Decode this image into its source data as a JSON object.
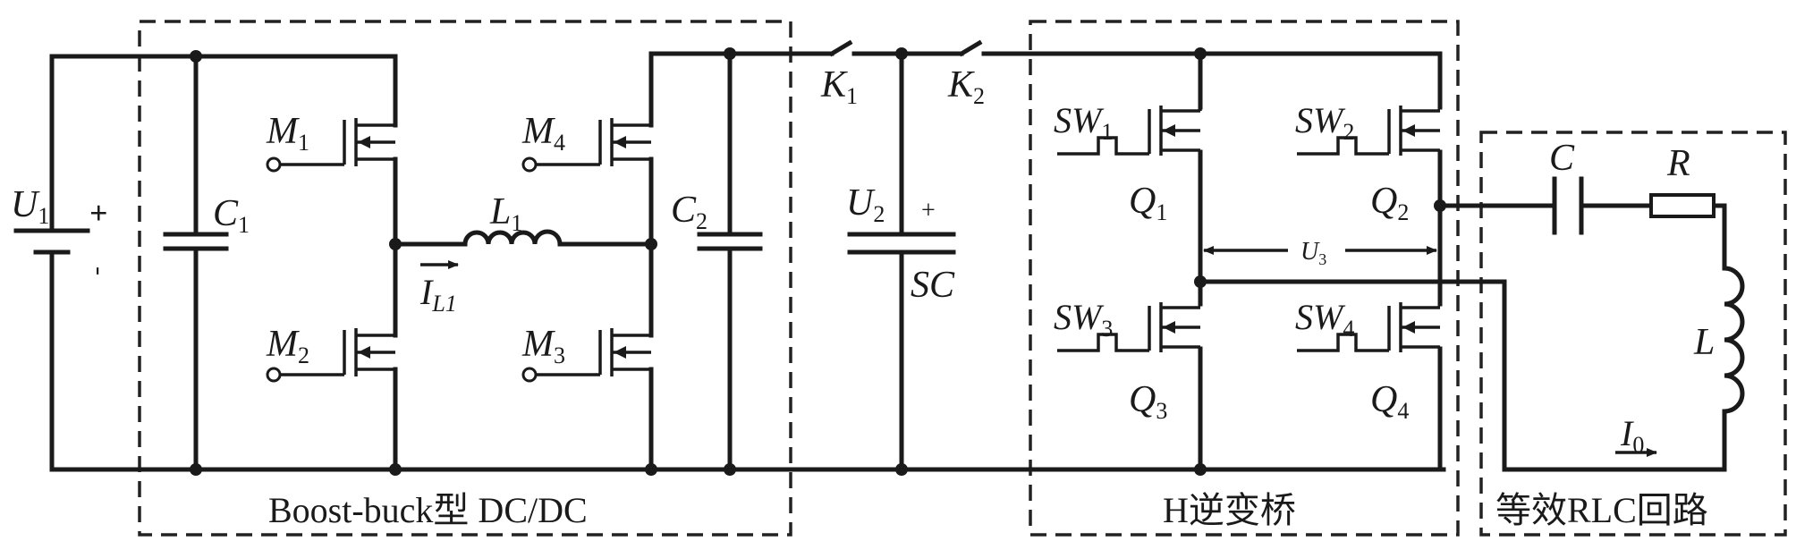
{
  "blocks": {
    "dcdc": "Boost-buck型 DC/DC",
    "hbridge": "H逆变桥",
    "rlc": "等效RLC回路"
  },
  "sources": {
    "u1": {
      "main": "U",
      "sub": "1"
    },
    "u2": {
      "main": "U",
      "sub": "2"
    },
    "sc": "SC",
    "u3": {
      "main": "U",
      "sub": "3"
    }
  },
  "capacitors": {
    "c1": {
      "main": "C",
      "sub": "1"
    },
    "c2": {
      "main": "C",
      "sub": "2"
    },
    "c": "C"
  },
  "inductors": {
    "l1": {
      "main": "L",
      "sub": "1"
    },
    "l": "L"
  },
  "resistor": "R",
  "mosfets": {
    "m1": {
      "main": "M",
      "sub": "1"
    },
    "m2": {
      "main": "M",
      "sub": "2"
    },
    "m3": {
      "main": "M",
      "sub": "3"
    },
    "m4": {
      "main": "M",
      "sub": "4"
    }
  },
  "switches": {
    "k1": {
      "main": "K",
      "sub": "1"
    },
    "k2": {
      "main": "K",
      "sub": "2"
    }
  },
  "hbridge_switches": {
    "sw1": {
      "main": "SW",
      "sub": "1"
    },
    "sw2": {
      "main": "SW",
      "sub": "2"
    },
    "sw3": {
      "main": "SW",
      "sub": "3"
    },
    "sw4": {
      "main": "SW",
      "sub": "4"
    },
    "q1": {
      "main": "Q",
      "sub": "1"
    },
    "q2": {
      "main": "Q",
      "sub": "2"
    },
    "q3": {
      "main": "Q",
      "sub": "3"
    },
    "q4": {
      "main": "Q",
      "sub": "4"
    }
  },
  "currents": {
    "il1": {
      "main": "I",
      "sub": "L1"
    },
    "i0": {
      "main": "I",
      "sub": "0"
    }
  },
  "polarity": {
    "plus": "+",
    "minus": "-"
  }
}
